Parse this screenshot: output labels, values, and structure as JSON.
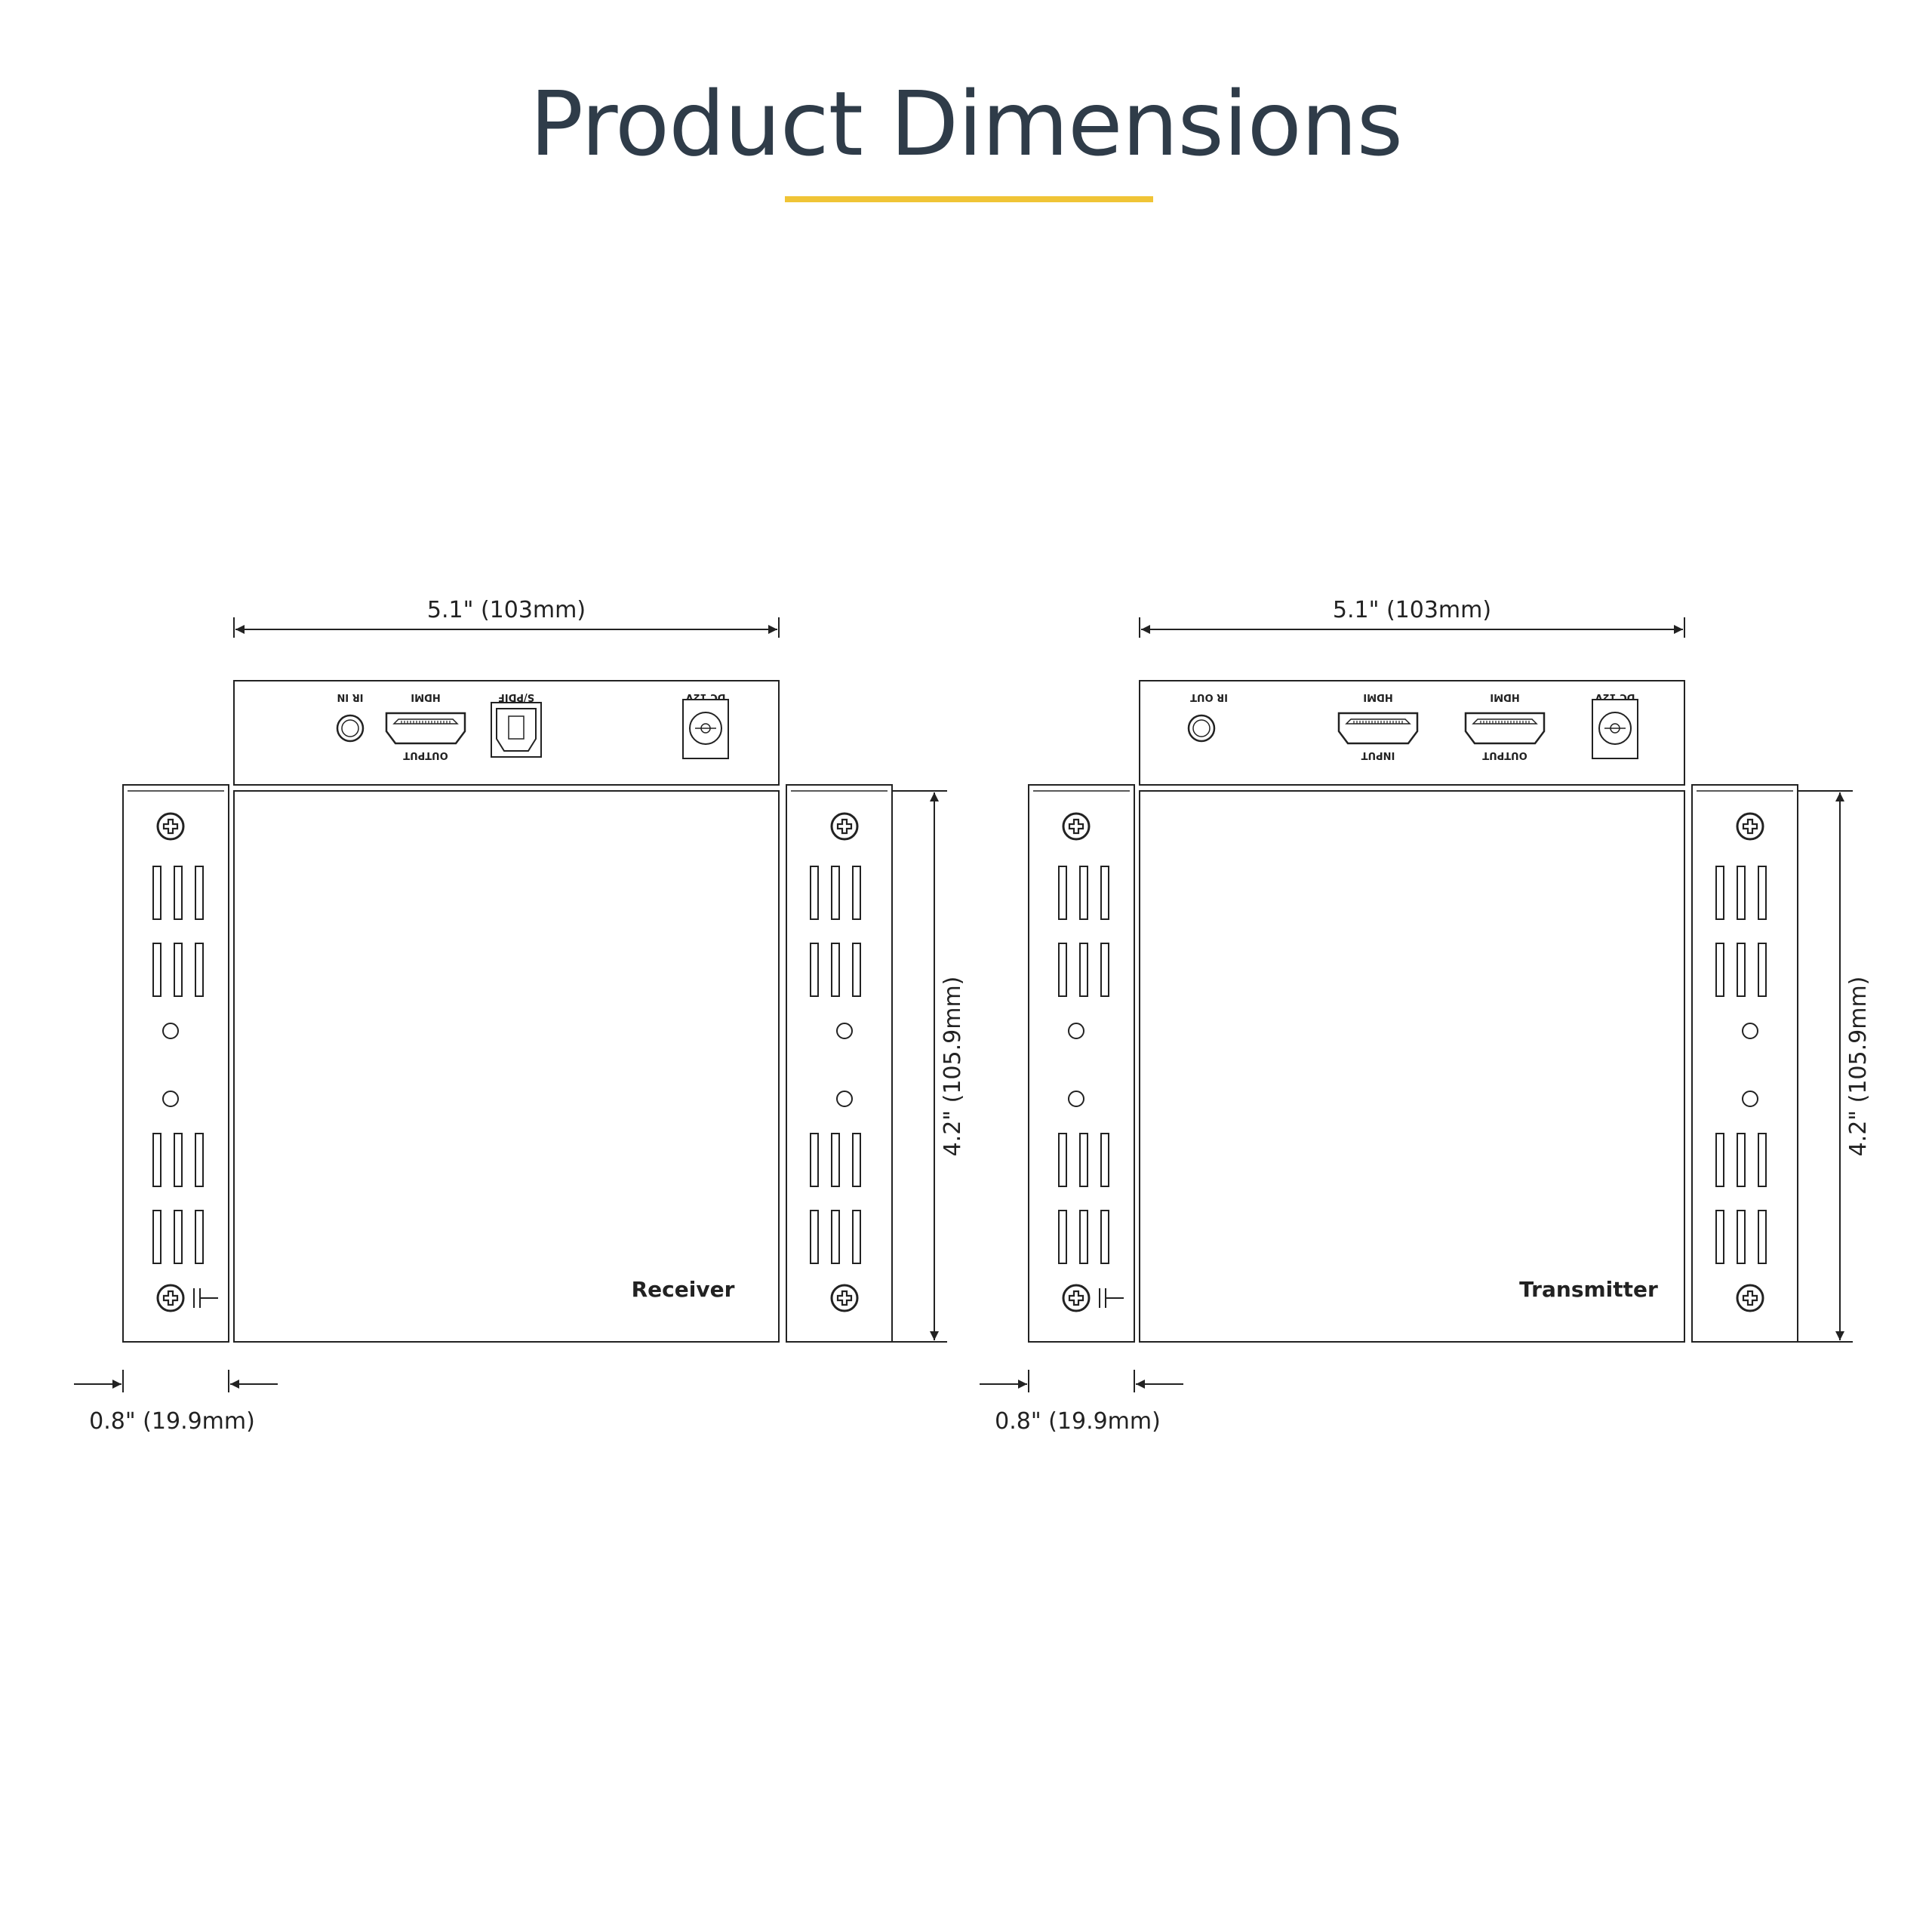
{
  "page": {
    "title": "Product Dimensions",
    "accent_color": "#f0c436",
    "title_color": "#2f3c49",
    "line_color": "#222222"
  },
  "units": [
    {
      "id": "receiver",
      "name": "Receiver",
      "width_label": "5.1\" (103mm)",
      "height_label": "4.2\" (105.9mm)",
      "flange_label": "0.8\" (19.9mm)",
      "ports": [
        {
          "label": "IR IN",
          "type": "ir"
        },
        {
          "label": "HDMI",
          "sublabel": "OUTPUT",
          "type": "hdmi"
        },
        {
          "label": "S/PDIF",
          "type": "spdif"
        },
        {
          "label": "DC 12V",
          "type": "dc"
        }
      ]
    },
    {
      "id": "transmitter",
      "name": "Transmitter",
      "width_label": "5.1\" (103mm)",
      "height_label": "4.2\" (105.9mm)",
      "flange_label": "0.8\" (19.9mm)",
      "ports": [
        {
          "label": "IR OUT",
          "type": "ir"
        },
        {
          "label": "HDMI",
          "sublabel": "INPUT",
          "type": "hdmi"
        },
        {
          "label": "HDMI",
          "sublabel": "OUTPUT",
          "type": "hdmi"
        },
        {
          "label": "DC 12V",
          "type": "dc"
        }
      ]
    }
  ]
}
